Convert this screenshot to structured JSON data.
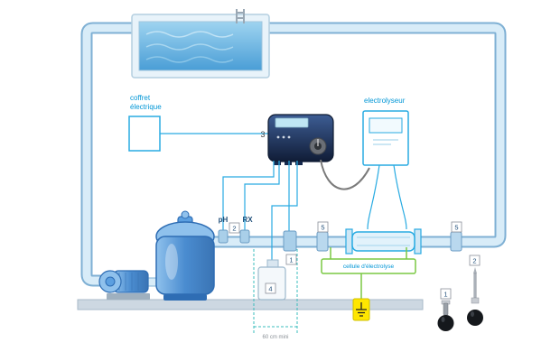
{
  "colors": {
    "pipe-stroke": "#7fb0d4",
    "pipe-fill": "#d8ecf8",
    "accent": "#29abe2",
    "label-blue": "#0096d6",
    "green": "#7ac943",
    "yellow": "#ffe600",
    "navy": "#1f3a63"
  },
  "labels": {
    "coffret_line1": "coffret",
    "coffret_line2": "électrique",
    "electrolyseur": "electrolyseur",
    "ph": "pH",
    "rx": "RX",
    "cellule": "cellule d'électrolyse",
    "distance": "60 cm mini"
  },
  "markers": {
    "m1": "1",
    "m2": "2",
    "m3": "3",
    "m4": "4",
    "m5_left": "5",
    "m5_right": "5",
    "legend1": "1",
    "legend2": "2"
  }
}
